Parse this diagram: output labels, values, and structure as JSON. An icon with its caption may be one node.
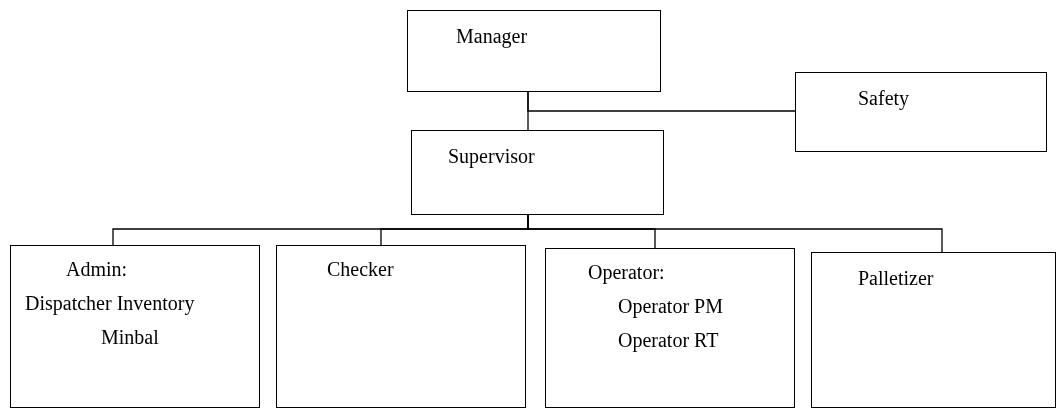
{
  "diagram": {
    "nodes": [
      {
        "text": [
          "Manager"
        ]
      },
      {
        "text": [
          "Safety"
        ]
      },
      {
        "text": [
          "Supervisor"
        ]
      },
      {
        "text": [
          "Admin:",
          "Dispatcher Inventory",
          "Minbal"
        ]
      },
      {
        "text": [
          "Checker"
        ]
      },
      {
        "text": [
          "Operator:",
          "Operator PM",
          "Operator RT"
        ]
      },
      {
        "text": [
          "Palletizer"
        ]
      }
    ],
    "edges": [
      {
        "from": 0,
        "to": 2,
        "arrow": "none"
      },
      {
        "from": 0,
        "to": 1,
        "arrow": "none"
      },
      {
        "from": 2,
        "to": 3,
        "arrow": "none"
      },
      {
        "from": 2,
        "to": 4,
        "arrow": "none"
      },
      {
        "from": 2,
        "to": 5,
        "arrow": "none"
      },
      {
        "from": 2,
        "to": 6,
        "arrow": "none"
      }
    ]
  }
}
